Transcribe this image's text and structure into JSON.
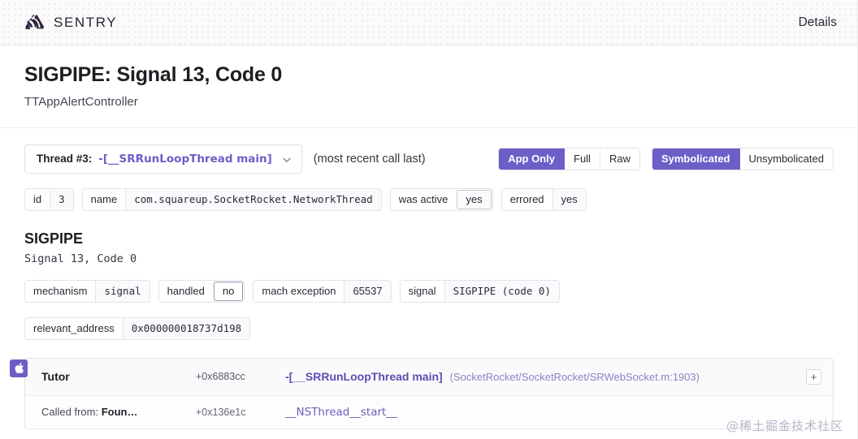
{
  "header": {
    "brand": "SENTRY",
    "brand_icon": "sentry-logo-icon",
    "right_label": "Details"
  },
  "title": {
    "heading": "SIGPIPE: Signal 13, Code 0",
    "subheading": "TTAppAlertController"
  },
  "controls": {
    "thread_label": "Thread #3:",
    "thread_value": "-[__SRRunLoopThread main]",
    "chevron_icon": "chevron-down-icon",
    "order_note": "(most recent call last)",
    "view_segment": {
      "options": [
        "App Only",
        "Full",
        "Raw"
      ],
      "selected": "App Only"
    },
    "symbol_segment": {
      "options": [
        "Symbolicated",
        "Unsymbolicated"
      ],
      "selected": "Symbolicated"
    }
  },
  "thread_meta": [
    {
      "key": "id",
      "value": "3",
      "mono_value": true,
      "style": "plain"
    },
    {
      "key": "name",
      "value": "com.squareup.SocketRocket.NetworkThread",
      "mono_value": true,
      "style": "plain"
    },
    {
      "key": "was active",
      "value": "yes",
      "mono_value": false,
      "style": "soft-box"
    },
    {
      "key": "errored",
      "value": "yes",
      "mono_value": false,
      "style": "plain"
    }
  ],
  "exception": {
    "title": "SIGPIPE",
    "subtitle": "Signal 13, Code 0",
    "meta_row_1": [
      {
        "key": "mechanism",
        "value": "signal",
        "mono_value": true,
        "style": "plain"
      },
      {
        "key": "handled",
        "value": "no",
        "mono_value": false,
        "style": "boxed"
      },
      {
        "key": "mach exception",
        "value": "65537",
        "mono_value": false,
        "style": "plain"
      },
      {
        "key": "signal",
        "value": "SIGPIPE (code 0)",
        "mono_value": true,
        "style": "plain"
      }
    ],
    "meta_row_2": [
      {
        "key": "relevant_address",
        "value": "0x000000018737d198",
        "mono_value": true,
        "style": "plain"
      }
    ]
  },
  "stacktrace": {
    "platform_icon": "apple-icon",
    "expand_icon": "plus-icon",
    "frames": [
      {
        "package": "Tutor",
        "package_prefix": "",
        "address": "+0x6883cc",
        "symbol": "-[__SRRunLoopThread main]",
        "file": "(SocketRocket/SocketRocket/SRWebSocket.m:1903)",
        "has_expand": true
      },
      {
        "package": "Foun…",
        "package_prefix": "Called from: ",
        "address": "+0x136e1c",
        "symbol": "__NSThread__start__",
        "file": "",
        "has_expand": false
      }
    ]
  },
  "watermark": "@稀土掘金技术社区",
  "colors": {
    "accent": "#6c5fc7",
    "link": "#5a4fb3",
    "muted": "#8b84c4",
    "border": "#e3e3ea"
  }
}
